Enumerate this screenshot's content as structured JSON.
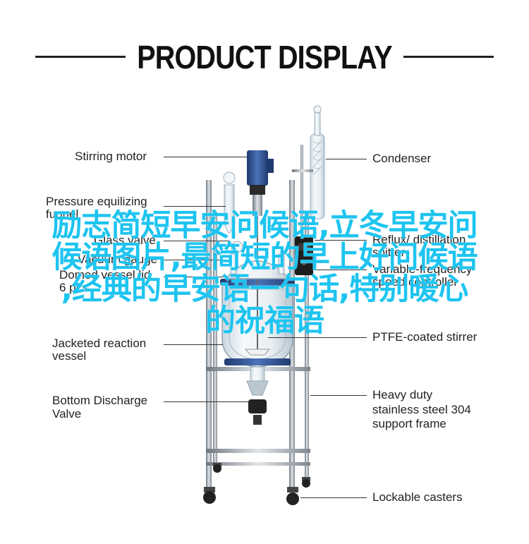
{
  "header": {
    "title": "PRODUCT DISPLAY"
  },
  "labels": {
    "stirring_motor": "Stirring motor",
    "pressure_funnel_1": "Pressure equilizing",
    "pressure_funnel_2": "funnel",
    "glass_valve": "Glass valve",
    "vacuum_gauge": "Vacuum gauge",
    "domed_lid_1": "Domed vessel lid",
    "domed_lid_2": "6 pcs",
    "jacketed_1": "Jacketed reaction",
    "jacketed_2": "vessel",
    "bottom_valve_1": "Bottom Discharge",
    "bottom_valve_2": "Valve",
    "condenser": "Condenser",
    "reflux_1": "Reflux/ distillation",
    "reflux_2": "spitter",
    "variable_speed_1": "Variable-frequency",
    "variable_speed_2": "speed controller",
    "ptfe_stirrer": "PTFE-coated stirrer",
    "frame_1": "Heavy duty",
    "frame_2": "stainless steel 304",
    "frame_3": "support frame",
    "casters": "Lockable casters"
  },
  "overlay": {
    "line1": "励志简短早安问候语,立冬早安问",
    "line2": "候语图片,最简短的早上好问候语",
    "line3": ",经典的早安语一句话,特别暖心",
    "line4": "的祝福语"
  },
  "colors": {
    "overlay_text": "#1ec4f0",
    "frame_steel": "#9aa2aa",
    "motor_blue": "#2f4e8f",
    "glass": "#dfe8ee"
  }
}
